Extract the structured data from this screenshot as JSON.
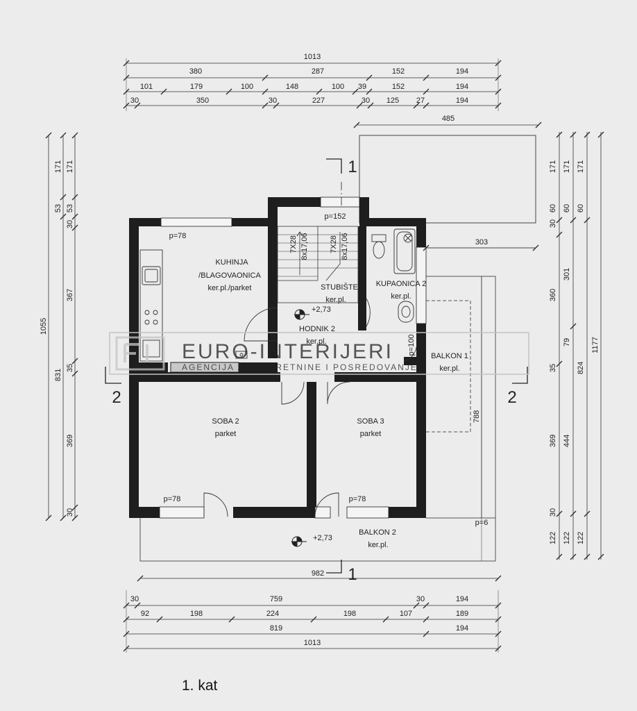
{
  "drawing_title": "1. kat",
  "watermark": {
    "main": "EURO-INTERIJERI",
    "sub": "AGENCIJA ZA NEKRETNINE I POSREDOVANJE"
  },
  "section_marks": {
    "section_1": "1",
    "section_2": "2"
  },
  "dimensions": {
    "top": {
      "row1": [
        "1013"
      ],
      "row2": [
        "380",
        "287",
        "152",
        "194"
      ],
      "row3": [
        "101",
        "179",
        "100",
        "148",
        "100",
        "39",
        "152",
        "194"
      ],
      "row4": [
        "30",
        "350",
        "30",
        "227",
        "30",
        "125",
        "27",
        "194"
      ],
      "upper_balcony": "485"
    },
    "bottom": {
      "row0": "982",
      "row1": [
        "30",
        "759",
        "30",
        "194"
      ],
      "row2": [
        "92",
        "198",
        "224",
        "198",
        "107",
        "189"
      ],
      "row3": [
        "819",
        "194"
      ],
      "row4": [
        "1013"
      ]
    },
    "left": {
      "outer": "1055",
      "mid": [
        "831"
      ],
      "inner": [
        "171",
        "53",
        "30",
        "367",
        "35",
        "369",
        "30"
      ],
      "inner2": [
        "171",
        "53"
      ]
    },
    "right": {
      "col1": [
        "171",
        "30",
        "60",
        "360",
        "35",
        "369",
        "30",
        "122"
      ],
      "col2": [
        "171",
        "60",
        "301",
        "79",
        "824",
        "122"
      ],
      "col3": [
        "171",
        "60",
        "444",
        "122"
      ],
      "outer": "1177",
      "balcony_width": "303",
      "balcony_depth": "788"
    }
  },
  "rooms": {
    "kitchen": {
      "name_1": "KUHINJA",
      "name_2": "/BLAGOVAONICA",
      "floor": "ker.pl./parket",
      "perimeter": "p=78"
    },
    "stairs": {
      "name": "STUBIŠTE",
      "floor": "ker.pl.",
      "perimeter": "p=152",
      "note_1": "7X28",
      "note_2": "8x17,06",
      "note_3": "7X28",
      "note_4": "8x17,06"
    },
    "bathroom": {
      "name": "KUPAONICA 2",
      "floor": "ker.pl."
    },
    "hall": {
      "name": "HODNIK 2",
      "floor": "ker.pl.",
      "level": "+2,73",
      "perimeter": "p=100"
    },
    "balcony1": {
      "name": "BALKON 1",
      "floor": "ker.pl."
    },
    "room2": {
      "name": "SOBA 2",
      "floor": "parket",
      "perimeter": "p=78"
    },
    "room3": {
      "name": "SOBA 3",
      "floor": "parket",
      "perimeter": "p=78"
    },
    "balcony2": {
      "name": "BALKON 2",
      "floor": "ker.pl.",
      "level": "+2,73",
      "perimeter": "p=6"
    }
  }
}
